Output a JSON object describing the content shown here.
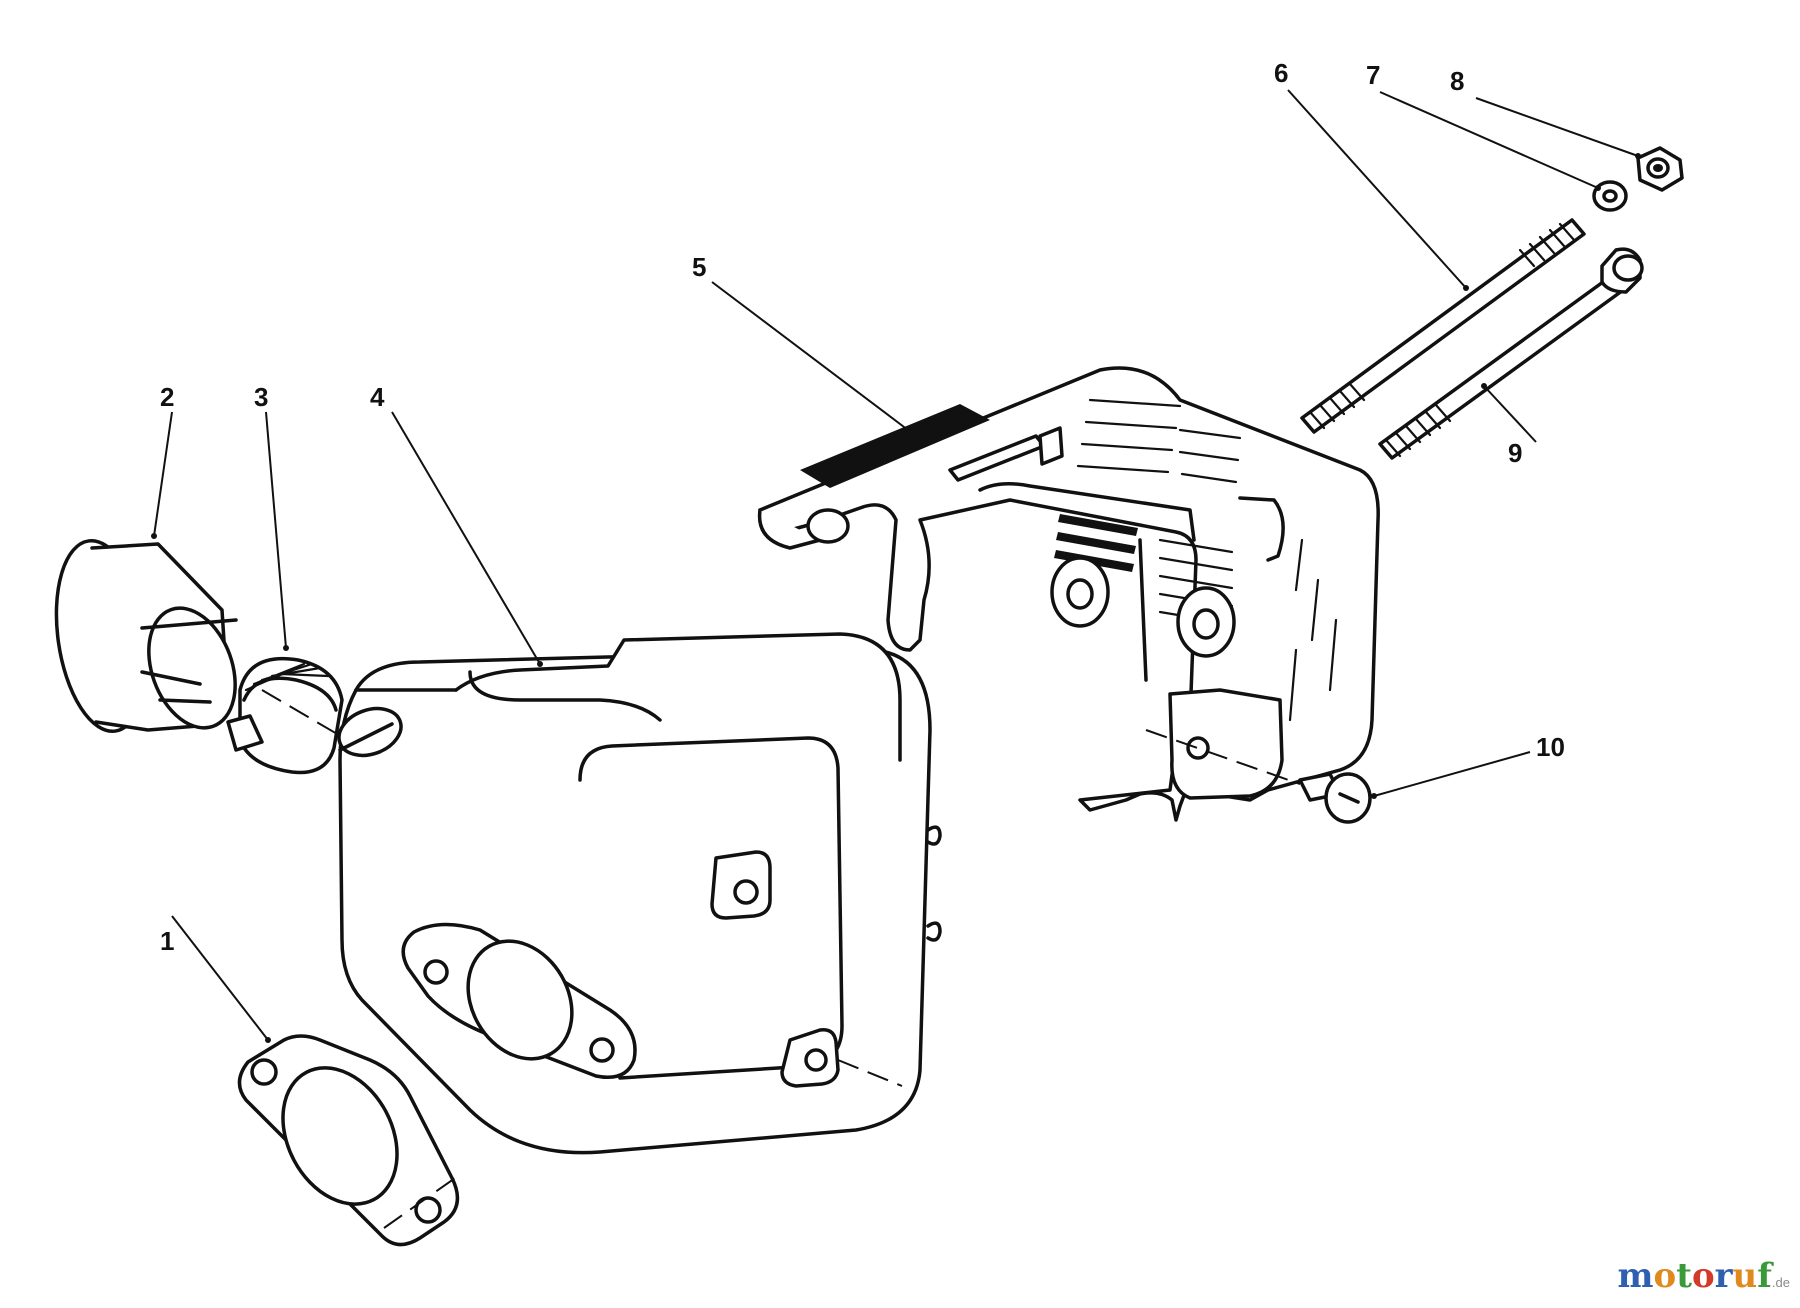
{
  "callouts": [
    "1",
    "2",
    "3",
    "4",
    "5",
    "6",
    "7",
    "8",
    "9",
    "10"
  ],
  "watermark": {
    "letters": [
      "m",
      "o",
      "t",
      "o",
      "r",
      "u",
      "f"
    ],
    "letter_colors": [
      "#2f5fb0",
      "#e08a1e",
      "#3a9a3a",
      "#d23a2a",
      "#2f5fb0",
      "#e08a1e",
      "#3a9a3a"
    ],
    "suffix": ".de"
  }
}
